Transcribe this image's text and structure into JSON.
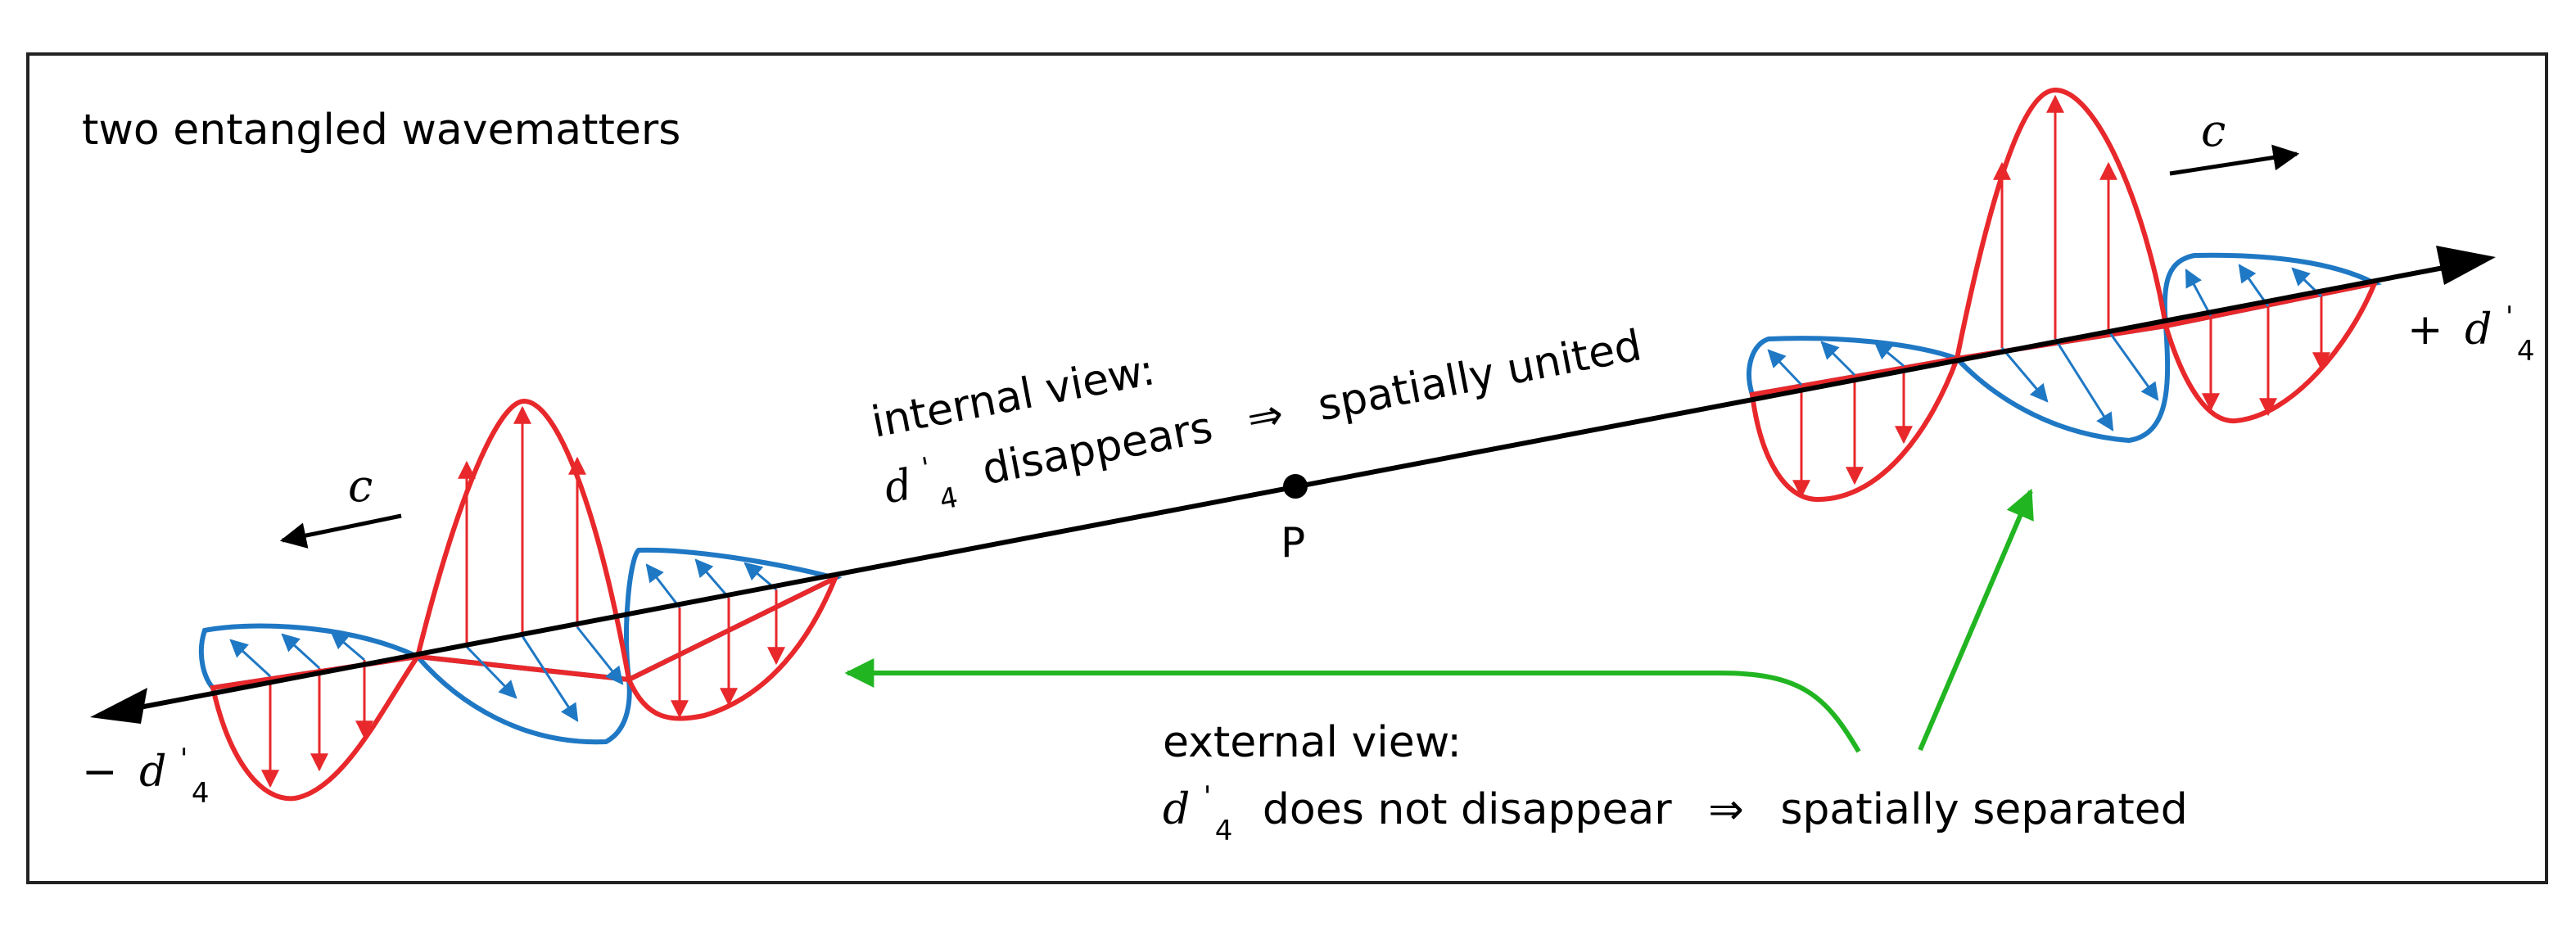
{
  "title": "two entangled wavematters",
  "colors": {
    "axis": "#000000",
    "red_wave": "#e8282b",
    "blue_wave": "#1f78c4",
    "green_arrow": "#22b522"
  },
  "labels": {
    "point": "P",
    "speed_left": "c",
    "speed_right": "c",
    "axis_minus": {
      "sign": "−",
      "var": "d",
      "sub": "4",
      "prime": "'"
    },
    "axis_plus": {
      "sign": "+",
      "var": "d",
      "sub": "4",
      "prime": "'"
    },
    "internal": {
      "line1": "internal view:",
      "var": "d",
      "sub": "4",
      "prime": "'",
      "line2_rest": "disappears",
      "implies": "⇒",
      "conclusion": "spatially united"
    },
    "external": {
      "line1": "external view:",
      "var": "d",
      "sub": "4",
      "prime": "'",
      "line2_rest": "does not disappear",
      "implies": "⇒",
      "conclusion": "spatially separated"
    }
  }
}
